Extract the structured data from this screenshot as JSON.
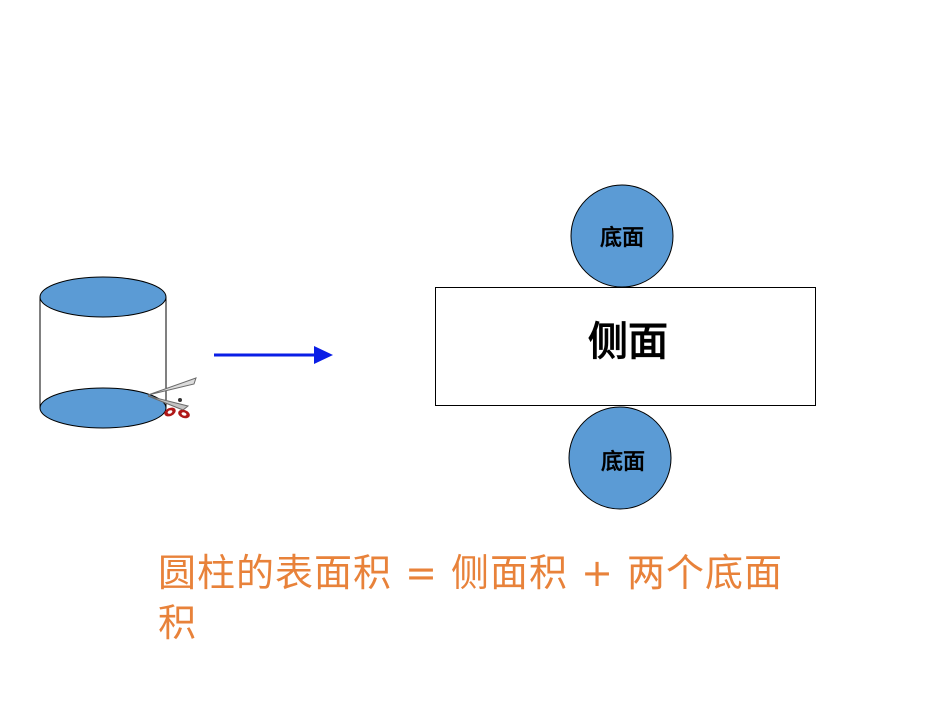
{
  "net": {
    "top_base_label": "底面",
    "lateral_label": "侧面",
    "bottom_base_label": "底面"
  },
  "formula": {
    "text": "圆柱的表面积 = 侧面积 + 两个底面积"
  },
  "colors": {
    "base_fill": "#5b9bd5",
    "arrow": "#0a1ee6",
    "formula_text": "#e8823a",
    "scissors_handle": "#b01818"
  },
  "icons": {
    "scissors": "scissors-icon",
    "arrow": "arrow-right-icon"
  }
}
